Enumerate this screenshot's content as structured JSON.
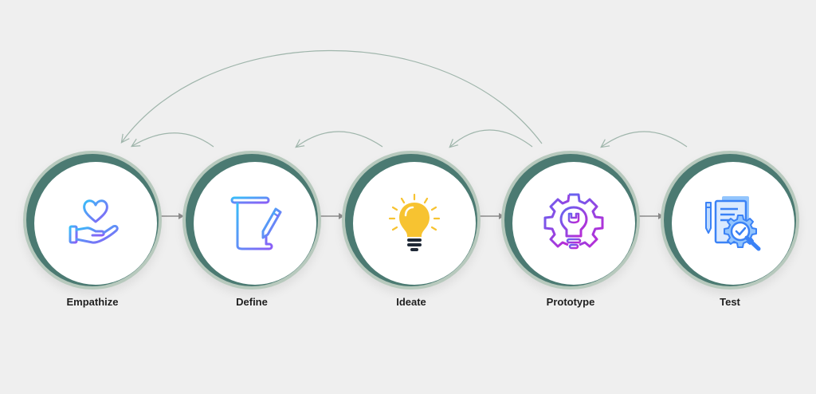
{
  "stages": [
    {
      "label": "Empathize",
      "icon": "heart-hand-icon"
    },
    {
      "label": "Define",
      "icon": "scroll-pen-icon"
    },
    {
      "label": "Ideate",
      "icon": "lightbulb-icon"
    },
    {
      "label": "Prototype",
      "icon": "gear-wrench-bulb-icon"
    },
    {
      "label": "Test",
      "icon": "document-magnifier-check-icon"
    }
  ],
  "colors": {
    "background": "#efefef",
    "ring_dark": "#4b7a72",
    "ring_light": "#b7c9bd",
    "arrow": "#8c8c8c",
    "feedback_arrow": "#9fb5ab",
    "icon_blue": "#3b82f6",
    "icon_violet": "#8b5cf6",
    "bulb_yellow": "#f7c331"
  }
}
